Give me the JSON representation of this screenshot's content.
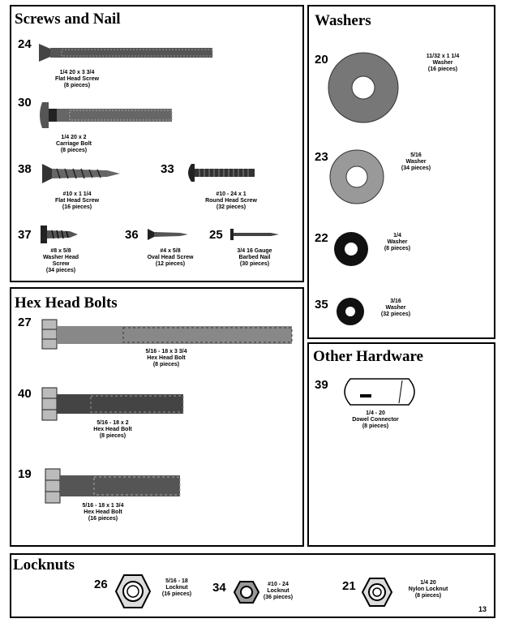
{
  "sections": {
    "screws": "Screws and Nail",
    "washers": "Washers",
    "hexbolts": "Hex Head Bolts",
    "other": "Other Hardware",
    "locknuts": "Locknuts"
  },
  "parts": {
    "p24": {
      "num": "24",
      "l1": "1/4 20 x 3 3/4",
      "l2": "Flat Head Screw",
      "l3": "(8 pieces)"
    },
    "p30": {
      "num": "30",
      "l1": "1/4 20 x 2",
      "l2": "Carriage Bolt",
      "l3": "(8 pieces)"
    },
    "p38": {
      "num": "38",
      "l1": "#10 x 1 1/4",
      "l2": "Flat Head Screw",
      "l3": "(16 pieces)"
    },
    "p33": {
      "num": "33",
      "l1": "#10 - 24 x 1",
      "l2": "Round Head Screw",
      "l3": "(32 pieces)"
    },
    "p37": {
      "num": "37",
      "l1": "#8 x 5/8",
      "l2": "Washer Head",
      "l3": "Screw",
      "l4": "(34 pieces)"
    },
    "p36": {
      "num": "36",
      "l1": "#4 x 5/8",
      "l2": "Oval Head Screw",
      "l3": "(12 pieces)"
    },
    "p25": {
      "num": "25",
      "l1": "3/4 16 Gauge",
      "l2": "Barbed Nail",
      "l3": "(30 pieces)"
    },
    "p20": {
      "num": "20",
      "l1": "11/32 x 1 1/4",
      "l2": "Washer",
      "l3": "(16 pieces)"
    },
    "p23": {
      "num": "23",
      "l1": "5/16",
      "l2": "Washer",
      "l3": "(34 pieces)"
    },
    "p22": {
      "num": "22",
      "l1": "1/4",
      "l2": "Washer",
      "l3": "(8 pieces)"
    },
    "p35": {
      "num": "35",
      "l1": "3/16",
      "l2": "Washer",
      "l3": "(32 pieces)"
    },
    "p27": {
      "num": "27",
      "l1": "5/16 - 18 x 3 3/4",
      "l2": "Hex Head Bolt",
      "l3": "(8 pieces)"
    },
    "p40": {
      "num": "40",
      "l1": "5/16 - 18 x 2",
      "l2": "Hex Head Bolt",
      "l3": "(8 pieces)"
    },
    "p19": {
      "num": "19",
      "l1": "5/16 - 18 x 1 3/4",
      "l2": "Hex Head Bolt",
      "l3": "(16 pieces)"
    },
    "p39": {
      "num": "39",
      "l1": "1/4 - 20",
      "l2": "Dowel Connector",
      "l3": "(8 pieces)"
    },
    "p26": {
      "num": "26",
      "l1": "5/16 - 18",
      "l2": "Locknut",
      "l3": "(16 pieces)"
    },
    "p34": {
      "num": "34",
      "l1": "#10 - 24",
      "l2": "Locknut",
      "l3": "(36 pieces)"
    },
    "p21": {
      "num": "21",
      "l1": "1/4 20",
      "l2": "Nylon Locknut",
      "l3": "(8 pieces)"
    }
  },
  "page_number": "13"
}
